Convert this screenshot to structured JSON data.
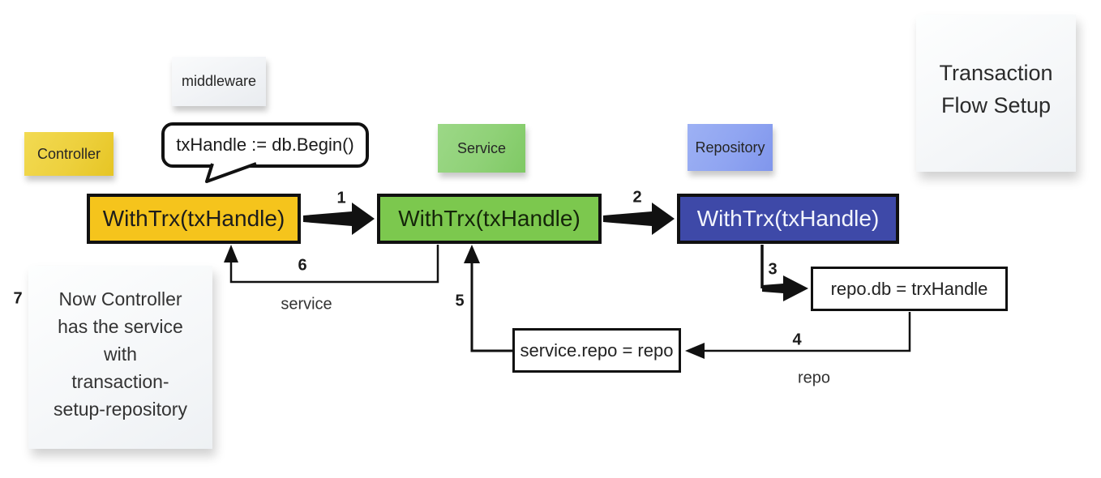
{
  "title_note": {
    "text": "Transaction\nFlow Setup"
  },
  "sticky_notes": {
    "middleware": {
      "label": "middleware",
      "color": "#f0f2f5"
    },
    "controller": {
      "label": "Controller",
      "color": "#edd03d"
    },
    "service": {
      "label": "Service",
      "color": "#8fd177"
    },
    "repository": {
      "label": "Repository",
      "color": "#8fa4f1"
    }
  },
  "speech_bubble": {
    "text": "txHandle := db.Begin()"
  },
  "flow_boxes": {
    "controller": {
      "label": "WithTrx(txHandle)",
      "color": "#f5c41c",
      "text_color": "#1c1c1c"
    },
    "service": {
      "label": "WithTrx(txHandle)",
      "color": "#7cc84e",
      "text_color": "#15260a"
    },
    "repository": {
      "label": "WithTrx(txHandle)",
      "color": "#3e49a8",
      "text_color": "#ffffff"
    }
  },
  "assign_boxes": {
    "repo_db": {
      "label": "repo.db = trxHandle"
    },
    "service_repo": {
      "label": "service.repo = repo"
    }
  },
  "step_numbers": {
    "s1": "1",
    "s2": "2",
    "s3": "3",
    "s4": "4",
    "s5": "5",
    "s6": "6",
    "s7": "7"
  },
  "edge_labels": {
    "service": "service",
    "repo": "repo"
  },
  "summary_note": {
    "text": "Now Controller\nhas the service\nwith\ntransaction-\nsetup-repository"
  },
  "line_color": "#111111"
}
